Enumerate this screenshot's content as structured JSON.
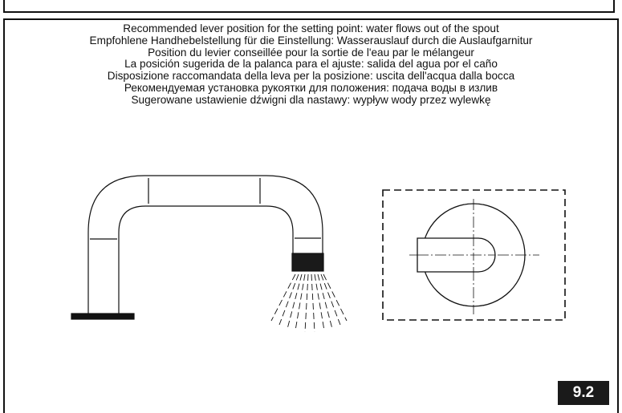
{
  "instructions": [
    "Recommended lever position for the setting point: water flows out of the spout",
    "Empfohlene Handhebelstellung für die Einstellung: Wasserauslauf durch die Auslaufgarnitur",
    "Position du levier conseillée pour la sortie de l'eau par le mélangeur",
    "La posición sugerida de la palanca para el ajuste: salida del agua por el caño",
    "Disposizione raccomandata della leva per la posizione: uscita dell'acqua dalla bocca",
    "Рекомендуемая установка рукоятки для положения: подача воды в излив",
    "Sugerowane ustawienie dźwigni dla nastawy: wypływ wody przez wylewkę"
  ],
  "page_number": "9.2",
  "icons": [
    "spout-illustration",
    "lever-position-diagram"
  ]
}
